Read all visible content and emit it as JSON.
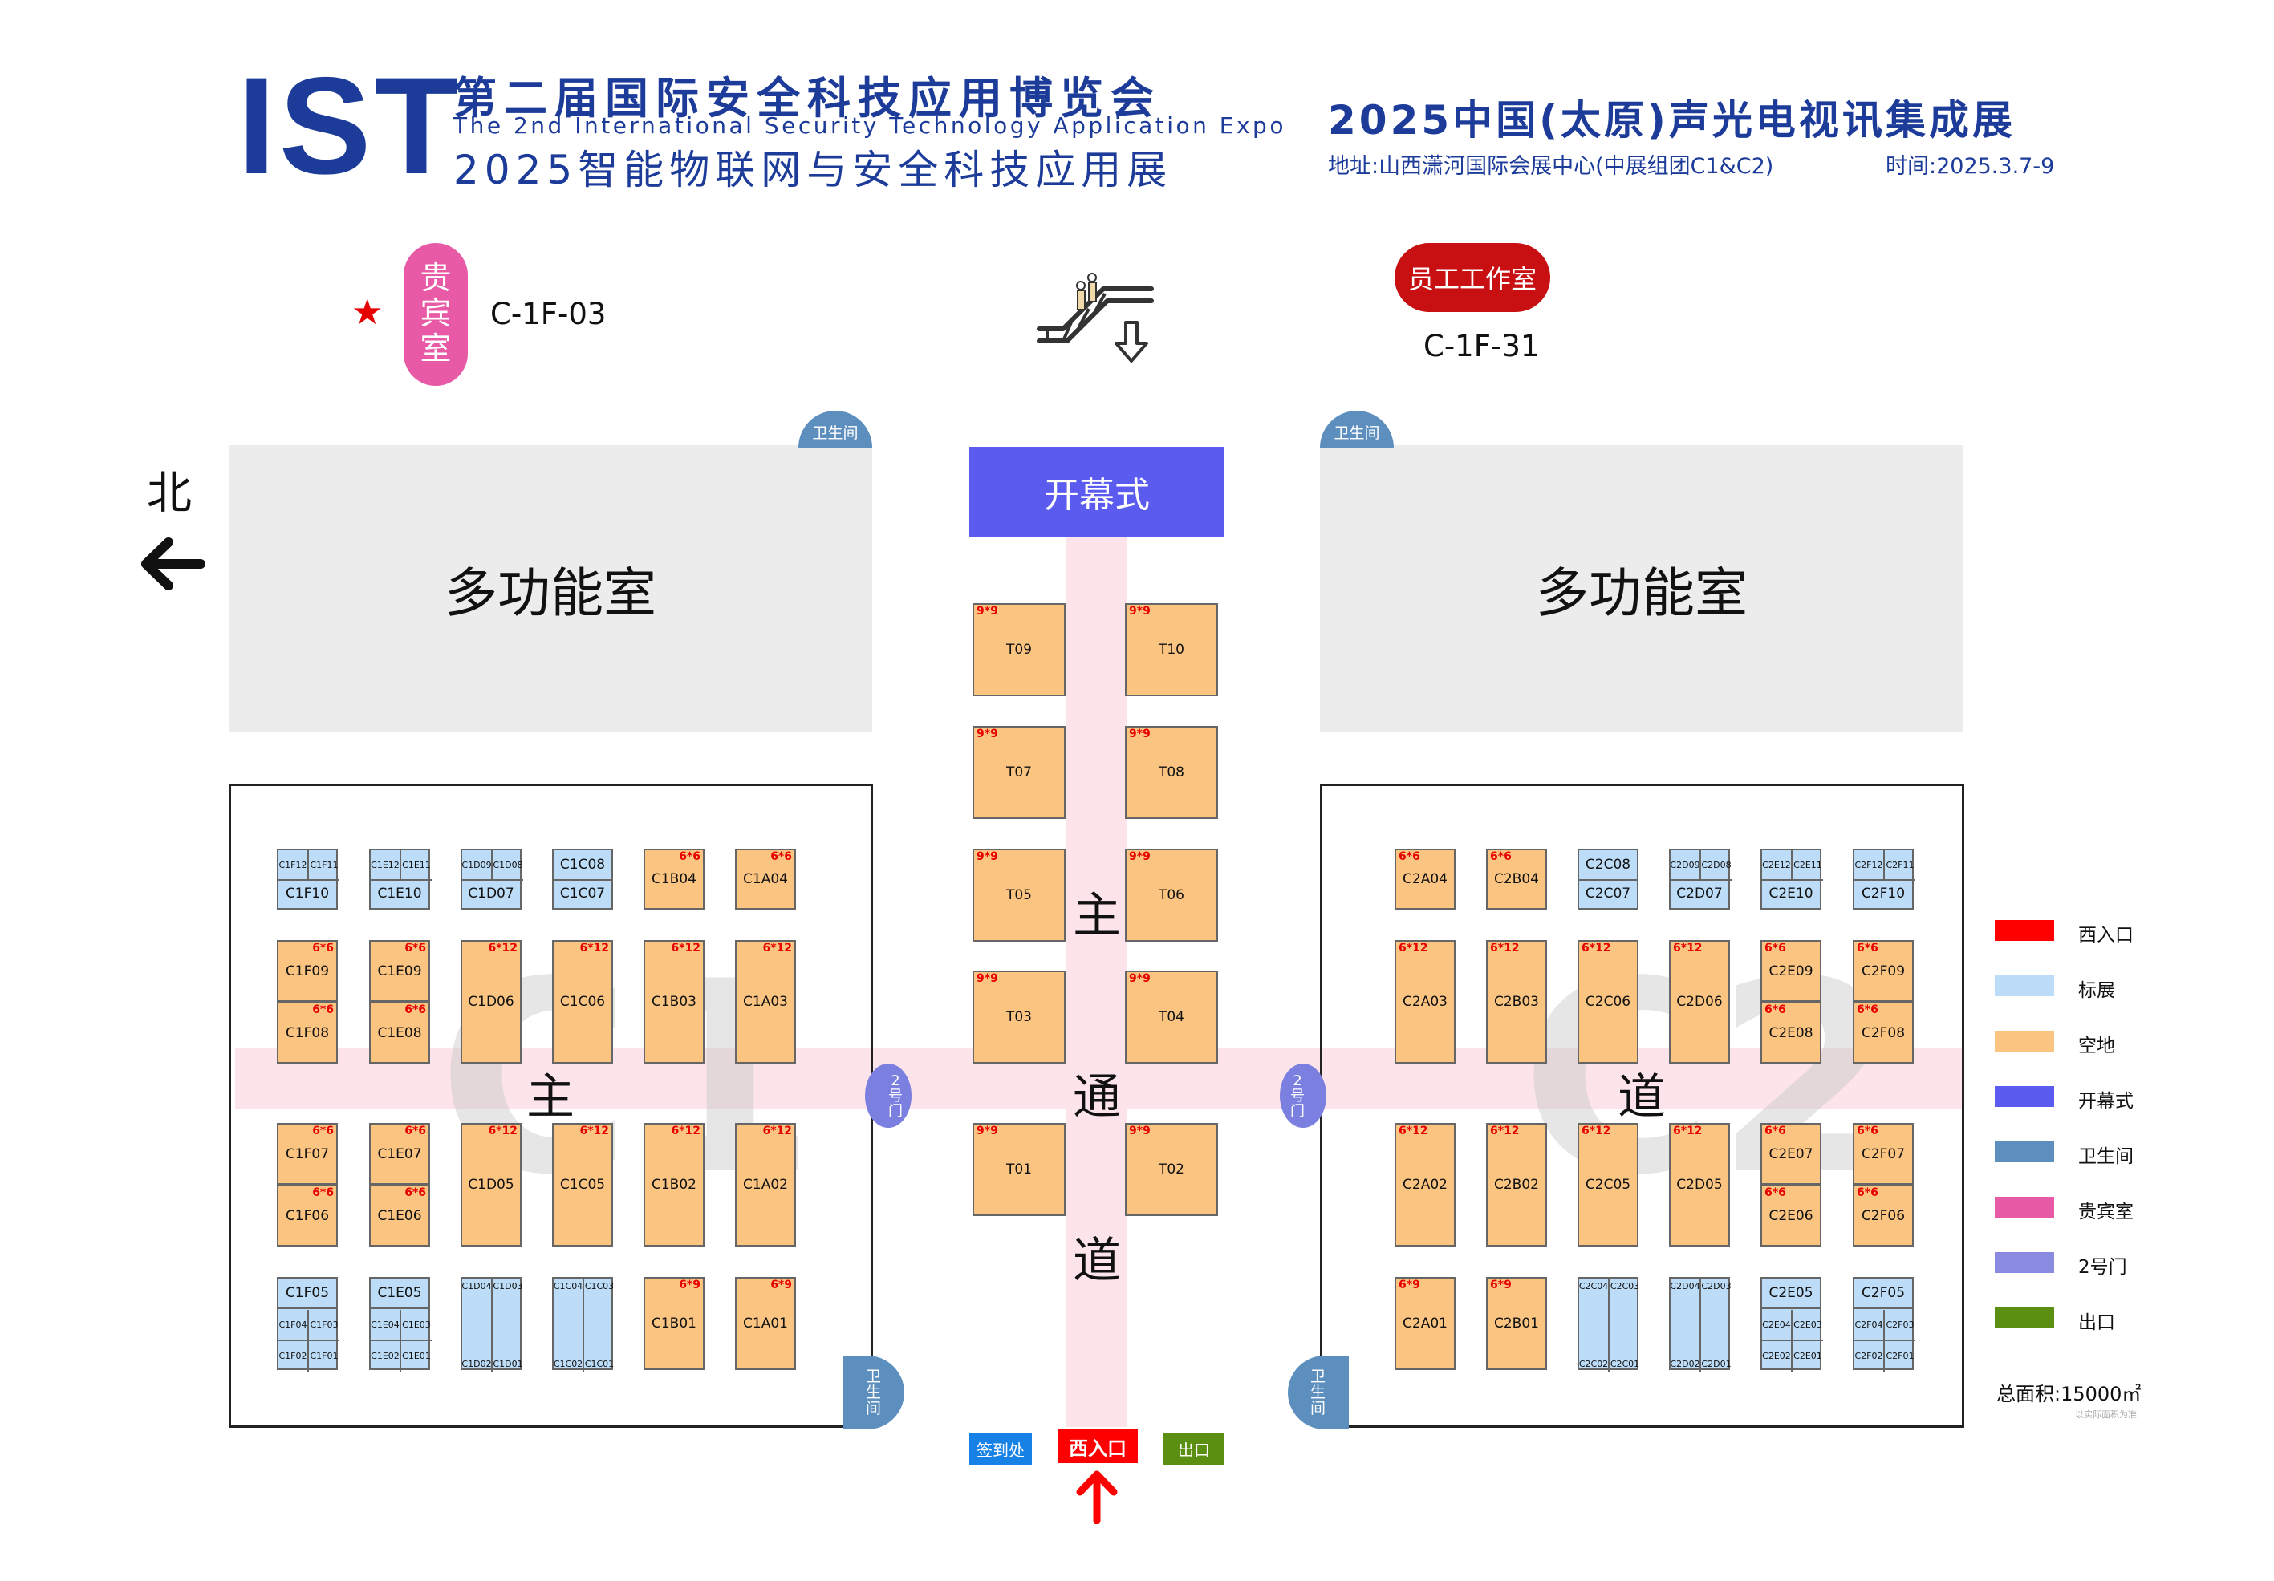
{
  "header": {
    "logo": "IST",
    "title_cn": "第二届国际安全科技应用博览会",
    "title_en": "The 2nd International Security Technology Application Expo",
    "title_cn2": "2025智能物联网与安全科技应用展",
    "title_right": "2025中国(太原)声光电视讯集成展",
    "address": "地址:山西潇河国际会展中心(中展组团C1&C2)",
    "date": "时间:2025.3.7-9"
  },
  "top": {
    "vip_label": "贵宾室",
    "vip_code": "C-1F-03",
    "staff_label": "员工工作室",
    "staff_code": "C-1F-31",
    "north": "北"
  },
  "rooms": {
    "multi": "多功能室",
    "opening": "开幕式",
    "wc": "卫生间",
    "gate2": "2号门"
  },
  "corridor": {
    "main": "主",
    "through": "通",
    "road": "道"
  },
  "watermarks": {
    "c1": "C1",
    "c2": "C2"
  },
  "entrance": {
    "checkin": "签到处",
    "west": "西入口",
    "exit": "出口"
  },
  "legend": [
    {
      "label": "西入口",
      "color": "#ff0000"
    },
    {
      "label": "标展",
      "color": "#bcdcf7"
    },
    {
      "label": "空地",
      "color": "#fbc581"
    },
    {
      "label": "开幕式",
      "color": "#5b5bf0"
    },
    {
      "label": "卫生间",
      "color": "#5d8fbe"
    },
    {
      "label": "贵宾室",
      "color": "#e85aa6"
    },
    {
      "label": "2号门",
      "color": "#8a8ae0"
    },
    {
      "label": "出口",
      "color": "#5a8f12"
    }
  ],
  "area": {
    "total": "总面积:15000㎡",
    "note": "以实际面积为准"
  },
  "booths": [
    {
      "code": "T09",
      "dim": "9*9"
    },
    {
      "code": "T10",
      "dim": "9*9"
    },
    {
      "code": "T07",
      "dim": "9*9"
    },
    {
      "code": "T08",
      "dim": "9*9"
    },
    {
      "code": "T05",
      "dim": "9*9"
    },
    {
      "code": "T06",
      "dim": "9*9"
    },
    {
      "code": "T03",
      "dim": "9*9"
    },
    {
      "code": "T04",
      "dim": "9*9"
    },
    {
      "code": "T01",
      "dim": "9*9"
    },
    {
      "code": "T02",
      "dim": "9*9"
    },
    {
      "code": "C1F10",
      "subs": [
        "C1F12",
        "C1F11"
      ]
    },
    {
      "code": "C1E10",
      "subs": [
        "C1E12",
        "C1E11"
      ]
    },
    {
      "code": "C1D07",
      "subs": [
        "C1D09",
        "C1D08"
      ]
    },
    {
      "code": "C1C07",
      "top": "C1C08"
    },
    {
      "code": "C1B04",
      "dim": "6*6"
    },
    {
      "code": "C1A04",
      "dim": "6*6"
    },
    {
      "code": "C1F09",
      "dim": "6*6"
    },
    {
      "code": "C1F08",
      "dim": "6*6"
    },
    {
      "code": "C1E09",
      "dim": "6*6"
    },
    {
      "code": "C1E08",
      "dim": "6*6"
    },
    {
      "code": "C1D06",
      "dim": "6*12"
    },
    {
      "code": "C1C06",
      "dim": "6*12"
    },
    {
      "code": "C1B03",
      "dim": "6*12"
    },
    {
      "code": "C1A03",
      "dim": "6*12"
    },
    {
      "code": "C1F07",
      "dim": "6*6"
    },
    {
      "code": "C1F06",
      "dim": "6*6"
    },
    {
      "code": "C1E07",
      "dim": "6*6"
    },
    {
      "code": "C1E06",
      "dim": "6*6"
    },
    {
      "code": "C1D05",
      "dim": "6*12"
    },
    {
      "code": "C1C05",
      "dim": "6*12"
    },
    {
      "code": "C1B02",
      "dim": "6*12"
    },
    {
      "code": "C1A02",
      "dim": "6*12"
    },
    {
      "code": "C1F05",
      "subs": [
        "C1F04",
        "C1F03",
        "C1F02",
        "C1F01"
      ]
    },
    {
      "code": "C1E05",
      "subs": [
        "C1E04",
        "C1E03",
        "C1E02",
        "C1E01"
      ]
    },
    {
      "subs": [
        "C1D04",
        "C1D03",
        "C1D02",
        "C1D01"
      ]
    },
    {
      "subs": [
        "C1C04",
        "C1C03",
        "C1C02",
        "C1C01"
      ]
    },
    {
      "code": "C1B01",
      "dim": "6*9"
    },
    {
      "code": "C1A01",
      "dim": "6*9"
    },
    {
      "code": "C2A04",
      "dim": "6*6"
    },
    {
      "code": "C2B04",
      "dim": "6*6"
    },
    {
      "code": "C2C07",
      "top": "C2C08"
    },
    {
      "code": "C2D07",
      "subs": [
        "C2D09",
        "C2D08"
      ]
    },
    {
      "code": "C2E10",
      "subs": [
        "C2E12",
        "C2E11"
      ]
    },
    {
      "code": "C2F10",
      "subs": [
        "C2F12",
        "C2F11"
      ]
    },
    {
      "code": "C2A03",
      "dim": "6*12"
    },
    {
      "code": "C2B03",
      "dim": "6*12"
    },
    {
      "code": "C2C06",
      "dim": "6*12"
    },
    {
      "code": "C2D06",
      "dim": "6*12"
    },
    {
      "code": "C2E09",
      "dim": "6*6"
    },
    {
      "code": "C2E08",
      "dim": "6*6"
    },
    {
      "code": "C2F09",
      "dim": "6*6"
    },
    {
      "code": "C2F08",
      "dim": "6*6"
    },
    {
      "code": "C2A02",
      "dim": "6*12"
    },
    {
      "code": "C2B02",
      "dim": "6*12"
    },
    {
      "code": "C2C05",
      "dim": "6*12"
    },
    {
      "code": "C2D05",
      "dim": "6*12"
    },
    {
      "code": "C2E07",
      "dim": "6*6"
    },
    {
      "code": "C2E06",
      "dim": "6*6"
    },
    {
      "code": "C2F07",
      "dim": "6*6"
    },
    {
      "code": "C2F06",
      "dim": "6*6"
    },
    {
      "code": "C2A01",
      "dim": "6*9"
    },
    {
      "code": "C2B01",
      "dim": "6*9"
    },
    {
      "subs": [
        "C2C04",
        "C2C03",
        "C2C02",
        "C2C01"
      ]
    },
    {
      "subs": [
        "C2D04",
        "C2D03",
        "C2D02",
        "C2D01"
      ]
    },
    {
      "code": "C2E05",
      "subs": [
        "C2E04",
        "C2E03",
        "C2E02",
        "C2E01"
      ]
    },
    {
      "code": "C2F05",
      "subs": [
        "C2F04",
        "C2F03",
        "C2F02",
        "C2F01"
      ]
    }
  ]
}
